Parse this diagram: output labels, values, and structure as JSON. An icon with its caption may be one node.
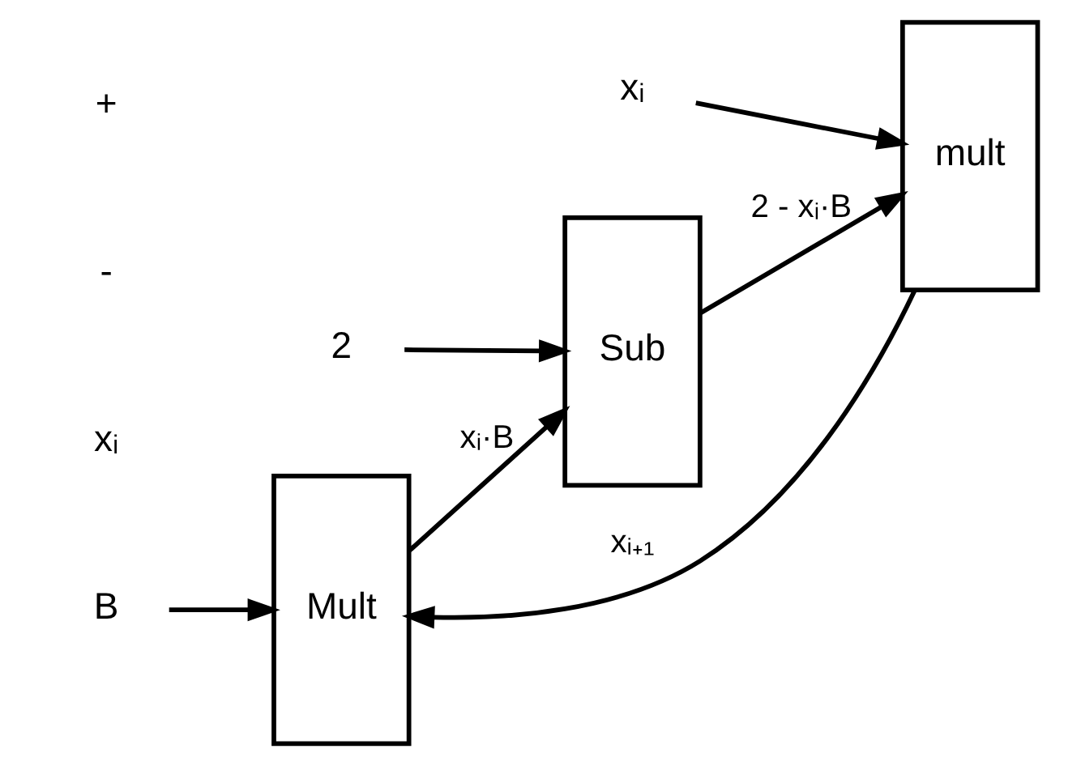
{
  "diagram": {
    "nodes": [
      {
        "text": [
          "Mult"
        ]
      },
      {
        "text": [
          "Sub"
        ]
      },
      {
        "text": [
          "mult"
        ]
      },
      {
        "text": [
          "B"
        ]
      },
      {
        "text": [
          "2"
        ]
      },
      {
        "text": [
          "xᵢ"
        ]
      }
    ],
    "edges": [
      {
        "from": 2,
        "to": 0,
        "arrow": "to",
        "label": "xᵢ₊₁"
      },
      {
        "from": 3,
        "to": 0,
        "arrow": "to"
      },
      {
        "from": 0,
        "to": 1,
        "arrow": "to",
        "label": "xᵢ·B"
      },
      {
        "from": 4,
        "to": 1,
        "arrow": "to"
      },
      {
        "from": 1,
        "to": 2,
        "arrow": "to",
        "label": "2 - xᵢ·B"
      },
      {
        "from": 5,
        "to": 2,
        "arrow": "to"
      }
    ],
    "labels": [
      "xᵢ",
      "-",
      "+"
    ]
  }
}
